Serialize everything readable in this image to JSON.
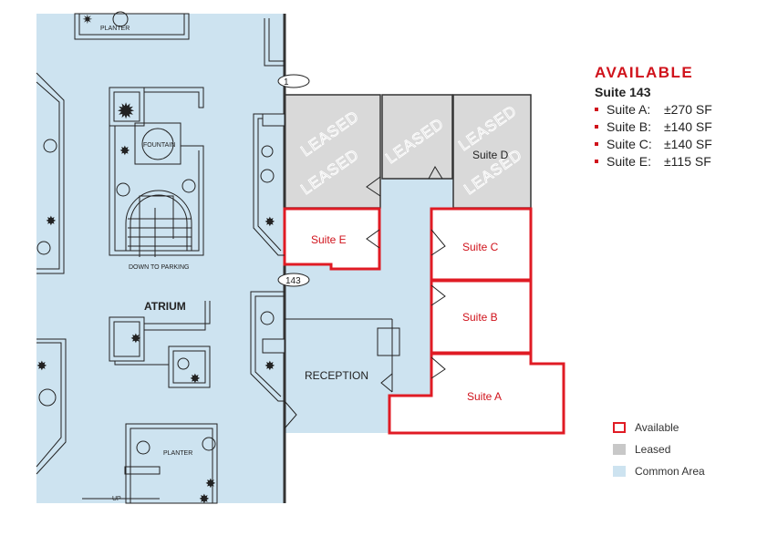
{
  "info": {
    "heading": "AVAILABLE",
    "suite": "Suite 143",
    "items": [
      {
        "name": "Suite A:",
        "size": "±270 SF"
      },
      {
        "name": "Suite B:",
        "size": "±140 SF"
      },
      {
        "name": "Suite C:",
        "size": "±140 SF"
      },
      {
        "name": "Suite E:",
        "size": "±115 SF"
      }
    ]
  },
  "plan": {
    "planter_top": "PLANTER",
    "fountain": "FOUNTAIN",
    "down_to_parking": "DOWN TO PARKING",
    "atrium": "ATRIUM",
    "planter_bottom": "PLANTER",
    "up": "UP",
    "reception": "RECEPTION",
    "unit_number": "143",
    "unit_number_top": "1",
    "leased": "LEASED",
    "suite_a": "Suite A",
    "suite_b": "Suite B",
    "suite_c": "Suite C",
    "suite_d": "Suite D",
    "suite_e": "Suite E"
  },
  "legend": {
    "items": [
      {
        "label": "Available",
        "color": "#e01b24"
      },
      {
        "label": "Leased",
        "color": "#c8c8c8"
      },
      {
        "label": "Common Area",
        "color": "#cde3f0"
      }
    ]
  }
}
